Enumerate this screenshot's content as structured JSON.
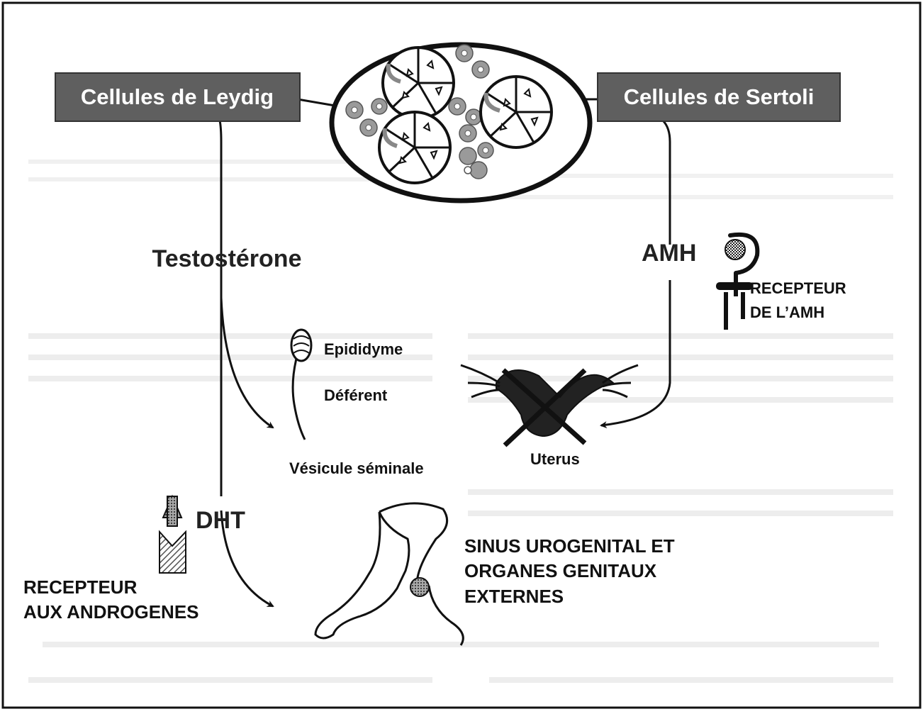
{
  "labels": {
    "leydig": "Cellules de Leydig",
    "sertoli": "Cellules de Sertoli",
    "testosterone": "Testostérone",
    "amh": "AMH",
    "amh_receptor_line1": "RECEPTEUR",
    "amh_receptor_line2": "DE L’AMH",
    "epididyme": "Epididyme",
    "deferent": "Déférent",
    "vesicule": "Vésicule séminale",
    "uterus": "Uterus",
    "dht": "DHT",
    "androgen_receptor_line1": "RECEPTEUR",
    "androgen_receptor_line2": "AUX ANDROGENES",
    "sinus_line1": "SINUS UROGENITAL ET",
    "sinus_line2": "ORGANES GENITAUX",
    "sinus_line3": "EXTERNES"
  },
  "colors": {
    "header_box": "#5f5f5f",
    "interstitial_cell": "#9a9a9a",
    "line": "#111111"
  }
}
